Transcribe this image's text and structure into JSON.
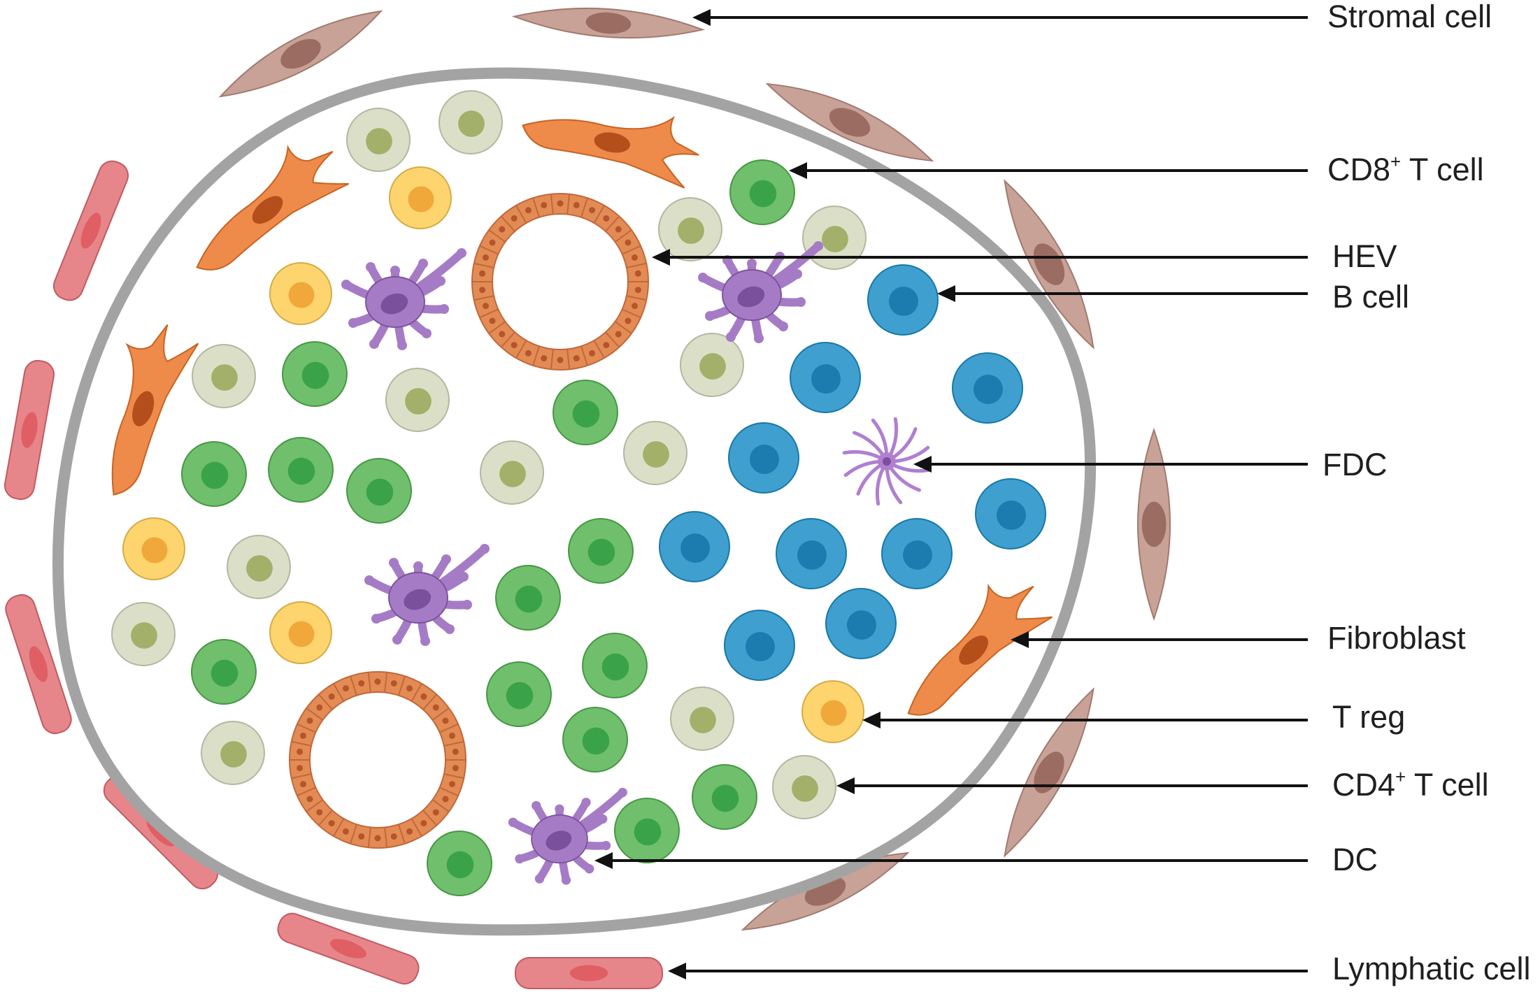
{
  "diagram": {
    "colors": {
      "capsule": "#a3a3a3",
      "stromal": "#c9a297",
      "stromal_nucleus": "#9b6d62",
      "lymphatic": "#e6868b",
      "lymphatic_nucleus": "#e05f64",
      "cd8": "#6fbf6c",
      "cd8_nucleus": "#3aa34a",
      "cd4": "#dcdfc8",
      "cd4_nucleus": "#a3b06a",
      "treg": "#fdd46e",
      "treg_nucleus": "#f0a83a",
      "bcell": "#3fa0d0",
      "bcell_nucleus": "#1c7cb0",
      "dc": "#a57bc6",
      "dc_nucleus": "#7a4f9c",
      "fibroblast": "#ef8b4a",
      "fibroblast_nucleus": "#b44f1c",
      "hev": "#e38b55",
      "hev_nucleus": "#b5552a"
    },
    "labels": [
      {
        "id": "stromal-cell",
        "text": "Stromal cell",
        "sup": "",
        "rest": ""
      },
      {
        "id": "cd8-t-cell",
        "text": "CD8",
        "sup": "+",
        "rest": " T cell"
      },
      {
        "id": "hev",
        "text": "HEV",
        "sup": "",
        "rest": ""
      },
      {
        "id": "b-cell",
        "text": "B cell",
        "sup": "",
        "rest": ""
      },
      {
        "id": "fdc",
        "text": "FDC",
        "sup": "",
        "rest": ""
      },
      {
        "id": "fibroblast",
        "text": "Fibroblast",
        "sup": "",
        "rest": ""
      },
      {
        "id": "t-reg",
        "text": "T reg",
        "sup": "",
        "rest": ""
      },
      {
        "id": "cd4-t-cell",
        "text": "CD4",
        "sup": "+",
        "rest": " T cell"
      },
      {
        "id": "dc",
        "text": "DC",
        "sup": "",
        "rest": ""
      },
      {
        "id": "lymphatic-cell",
        "text": "Lymphatic cell",
        "sup": "",
        "rest": ""
      }
    ]
  }
}
